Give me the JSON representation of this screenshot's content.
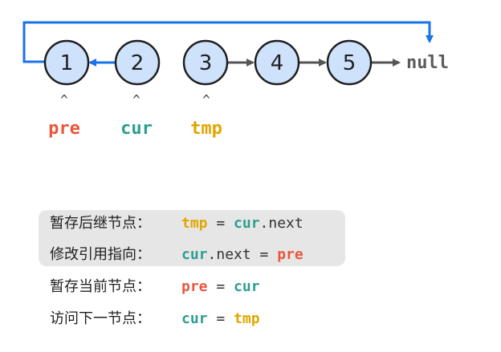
{
  "colors": {
    "node_fill": "#cfe2fb",
    "node_stroke": "#1f1f1f",
    "link": "#555555",
    "reversed_link": "#1a73e8",
    "pre": "#e8573c",
    "cur": "#2b9f8e",
    "tmp": "#e0a700",
    "step_highlight": "#e6e6e6"
  },
  "nodes": [
    "1",
    "2",
    "3",
    "4",
    "5"
  ],
  "null_label": "null",
  "caret": "^",
  "pointers": {
    "pre": "pre",
    "cur": "cur",
    "tmp": "tmp"
  },
  "steps": [
    {
      "label": "暂存后继节点：",
      "highlighted": true,
      "tokens": [
        {
          "text": "tmp",
          "role": "tmp"
        },
        {
          "text": " = ",
          "role": "plain"
        },
        {
          "text": "cur",
          "role": "cur"
        },
        {
          "text": ".next",
          "role": "plain"
        }
      ]
    },
    {
      "label": "修改引用指向：",
      "highlighted": true,
      "tokens": [
        {
          "text": "cur",
          "role": "cur"
        },
        {
          "text": ".next = ",
          "role": "plain"
        },
        {
          "text": "pre",
          "role": "pre"
        }
      ]
    },
    {
      "label": "暂存当前节点：",
      "highlighted": false,
      "tokens": [
        {
          "text": "pre",
          "role": "pre"
        },
        {
          "text": " = ",
          "role": "plain"
        },
        {
          "text": "cur",
          "role": "cur"
        }
      ]
    },
    {
      "label": "访问下一节点：",
      "highlighted": false,
      "tokens": [
        {
          "text": "cur",
          "role": "cur"
        },
        {
          "text": " = ",
          "role": "plain"
        },
        {
          "text": "tmp",
          "role": "tmp"
        }
      ]
    }
  ]
}
